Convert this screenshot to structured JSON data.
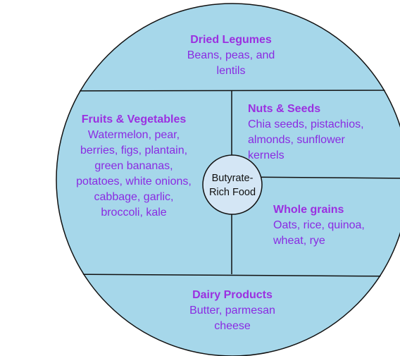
{
  "colors": {
    "fill": "#a6d7ea",
    "center_fill": "#d4e6f5",
    "stroke": "#111111",
    "title": "#9b30e0",
    "body": "#8a2be2"
  },
  "center": {
    "label": "Butyrate-\nRich Food"
  },
  "sections": {
    "legumes": {
      "title": "Dried Legumes",
      "body": "Beans, peas, and\nlentils"
    },
    "fruits": {
      "title": "Fruits & Vegetables",
      "body": "Watermelon, pear,\nberries, figs, plantain,\ngreen bananas,\npotatoes, white onions,\ncabbage, garlic,\nbroccoli, kale"
    },
    "nuts": {
      "title": "Nuts & Seeds",
      "body": "Chia seeds, pistachios,\nalmonds, sunflower\nkernels"
    },
    "grains": {
      "title": "Whole grains",
      "body": "Oats, rice, quinoa,\nwheat, rye"
    },
    "dairy": {
      "title": "Dairy Products",
      "body": "Butter, parmesan\ncheese"
    }
  }
}
